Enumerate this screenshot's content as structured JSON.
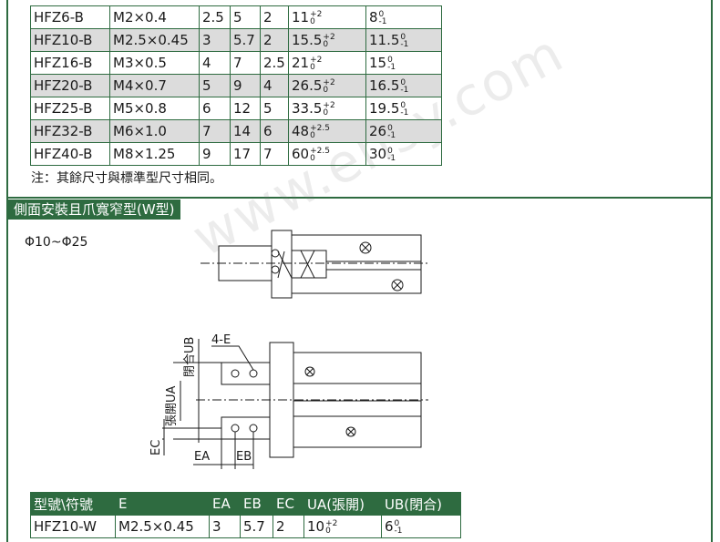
{
  "table1": {
    "rows": [
      {
        "model": "HFZ6-B",
        "e": "M2×0.4",
        "ea": "2.5",
        "eb": "5",
        "ec": "2",
        "ua": "11",
        "ua_tol_up": "+2",
        "ua_tol_low": "0",
        "ub": "8",
        "ub_tol_up": "0",
        "ub_tol_low": "-1"
      },
      {
        "model": "HFZ10-B",
        "e": "M2.5×0.45",
        "ea": "3",
        "eb": "5.7",
        "ec": "2",
        "ua": "15.5",
        "ua_tol_up": "+2",
        "ua_tol_low": "0",
        "ub": "11.5",
        "ub_tol_up": "0",
        "ub_tol_low": "-1"
      },
      {
        "model": "HFZ16-B",
        "e": "M3×0.5",
        "ea": "4",
        "eb": "7",
        "ec": "2.5",
        "ua": "21",
        "ua_tol_up": "+2",
        "ua_tol_low": "0",
        "ub": "15",
        "ub_tol_up": "0",
        "ub_tol_low": "-1"
      },
      {
        "model": "HFZ20-B",
        "e": "M4×0.7",
        "ea": "5",
        "eb": "9",
        "ec": "4",
        "ua": "26.5",
        "ua_tol_up": "+2",
        "ua_tol_low": "0",
        "ub": "16.5",
        "ub_tol_up": "0",
        "ub_tol_low": "-1"
      },
      {
        "model": "HFZ25-B",
        "e": "M5×0.8",
        "ea": "6",
        "eb": "12",
        "ec": "5",
        "ua": "33.5",
        "ua_tol_up": "+2",
        "ua_tol_low": "0",
        "ub": "19.5",
        "ub_tol_up": "0",
        "ub_tol_low": "-1"
      },
      {
        "model": "HFZ32-B",
        "e": "M6×1.0",
        "ea": "7",
        "eb": "14",
        "ec": "6",
        "ua": "48",
        "ua_tol_up": "+2.5",
        "ua_tol_low": "0",
        "ub": "26",
        "ub_tol_up": "0",
        "ub_tol_low": "-1"
      },
      {
        "model": "HFZ40-B",
        "e": "M8×1.25",
        "ea": "9",
        "eb": "17",
        "ec": "7",
        "ua": "60",
        "ua_tol_up": "+2.5",
        "ua_tol_low": "0",
        "ub": "30",
        "ub_tol_up": "0",
        "ub_tol_low": "-1"
      }
    ]
  },
  "note": "注：其餘尺寸與標準型尺寸相同。",
  "section_title": "側面安裝且爪寬窄型(W型)",
  "size_range": "Φ10~Φ25",
  "watermark": "www.ehsy.com",
  "drawing_labels": {
    "ub": "閉合UB",
    "ua": "張開UA",
    "e": "4-E",
    "ec": "EC",
    "ea": "EA",
    "eb": "EB"
  },
  "table2": {
    "headers": [
      "型號\\符號",
      "E",
      "EA",
      "EB",
      "EC",
      "UA(張開)",
      "UB(閉合)"
    ],
    "rows": [
      {
        "model": "HFZ10-W",
        "e": "M2.5×0.45",
        "ea": "3",
        "eb": "5.7",
        "ec": "2",
        "ua": "10",
        "ua_tol_up": "+2",
        "ua_tol_low": "0",
        "ub": "6",
        "ub_tol_up": "0",
        "ub_tol_low": "-1"
      }
    ]
  }
}
